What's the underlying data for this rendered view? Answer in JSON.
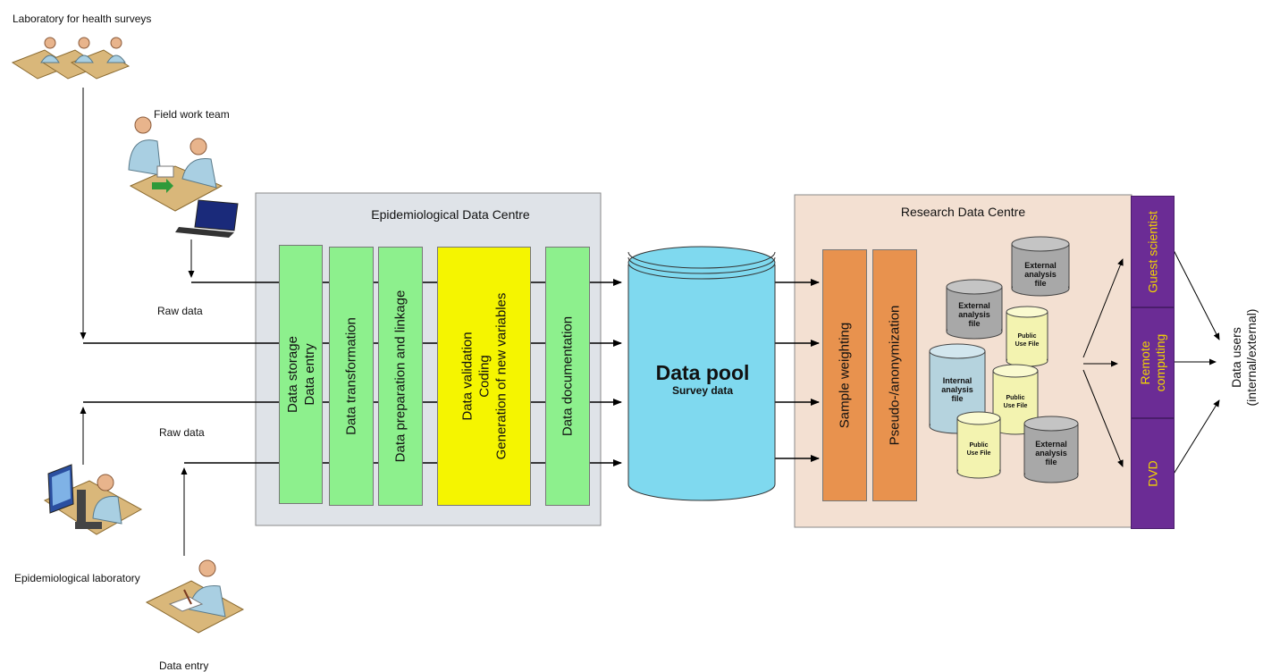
{
  "labels": {
    "lab_health_surveys": "Laboratory for health surveys",
    "field_work_team": "Field work team",
    "raw_data_1": "Raw data",
    "raw_data_2": "Raw data",
    "epi_lab": "Epidemiological laboratory",
    "data_entry": "Data entry",
    "data_users_line1": "Data users",
    "data_users_line2": "(internal/external)"
  },
  "edc": {
    "title": "Epidemiological Data Centre",
    "steps": [
      {
        "line1": "Data storage",
        "line2": "Data entry"
      },
      {
        "line1": "Data transformation"
      },
      {
        "line1": "Data preparation and linkage"
      },
      {
        "line1": "Data validation",
        "line2": "Coding",
        "line3": "Generation of new variables"
      },
      {
        "line1": "Data documentation"
      }
    ]
  },
  "pool": {
    "title": "Data pool",
    "subtitle": "Survey data"
  },
  "rdc": {
    "title": "Research Data Centre",
    "steps": [
      {
        "label": "Sample weighting"
      },
      {
        "label": "Pseudo-/anonymization"
      }
    ],
    "files": [
      {
        "l1": "External",
        "l2": "analysis",
        "l3": "file"
      },
      {
        "l1": "External",
        "l2": "analysis",
        "l3": "file"
      },
      {
        "l1": "Public",
        "l2": "Use File"
      },
      {
        "l1": "Internal",
        "l2": "analysis",
        "l3": "file"
      },
      {
        "l1": "Public",
        "l2": "Use File"
      },
      {
        "l1": "Public",
        "l2": "Use File"
      },
      {
        "l1": "External",
        "l2": "analysis",
        "l3": "file"
      }
    ]
  },
  "access": [
    {
      "label": "Guest scientist"
    },
    {
      "line1": "Remote",
      "line2": "computing"
    },
    {
      "label": "DVD"
    }
  ],
  "colors": {
    "edc_bg": "#dfe3e8",
    "rdc_bg": "#f3e0d2",
    "green": "#8df08d",
    "yellow": "#f5f500",
    "orange": "#e8924e",
    "purple": "#6b2c95",
    "cylinder_blue": "#7fd9ef"
  }
}
